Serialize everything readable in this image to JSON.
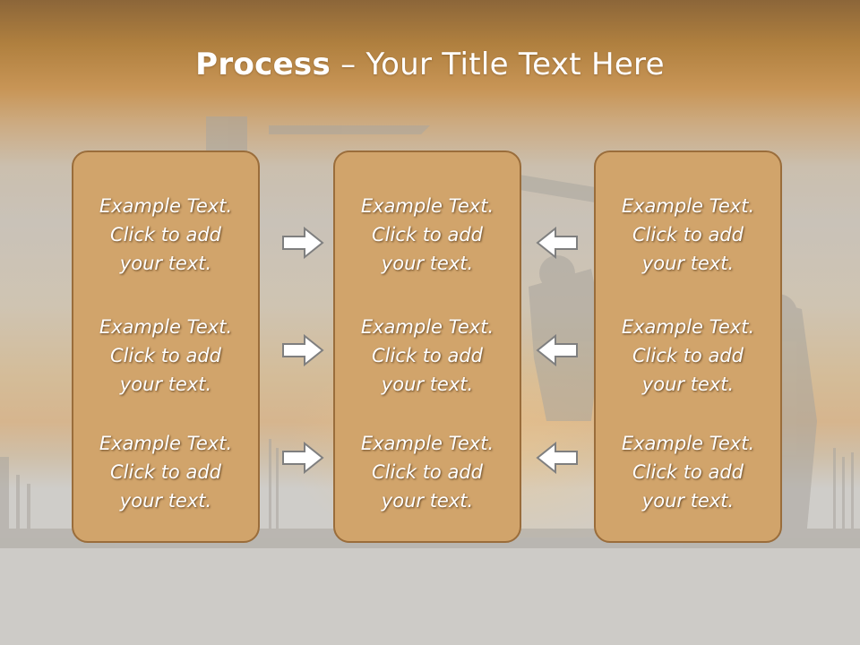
{
  "slide": {
    "title_bold": "Process",
    "title_rest": " – Your Title Text Here"
  },
  "columns": [
    {
      "items": [
        {
          "line1": "Example Text.",
          "line2": "Click  to add",
          "line3": "your text."
        },
        {
          "line1": "Example Text.",
          "line2": "Click  to add",
          "line3": "your text."
        },
        {
          "line1": "Example Text.",
          "line2": "Click  to add",
          "line3": "your text."
        }
      ]
    },
    {
      "items": [
        {
          "line1": "Example Text.",
          "line2": "Click  to add",
          "line3": "your text."
        },
        {
          "line1": "Example Text.",
          "line2": "Click  to add",
          "line3": "your text."
        },
        {
          "line1": "Example Text.",
          "line2": "Click  to add",
          "line3": "your text."
        }
      ]
    },
    {
      "items": [
        {
          "line1": "Example Text.",
          "line2": "Click  to add",
          "line3": "your text."
        },
        {
          "line1": "Example Text.",
          "line2": "Click  to add",
          "line3": "your text."
        },
        {
          "line1": "Example Text.",
          "line2": "Click  to add",
          "line3": "your text."
        }
      ]
    }
  ],
  "arrows": {
    "left_group": [
      "arrow-right-icon",
      "arrow-right-icon",
      "arrow-right-icon"
    ],
    "right_group": [
      "arrow-left-icon",
      "arrow-left-icon",
      "arrow-left-icon"
    ]
  },
  "colors": {
    "box_fill": "#d1a46b",
    "box_border": "#9a6d3b",
    "header_band": "#b0803f",
    "arrow_fill": "#ffffff",
    "arrow_stroke": "#7f7f7f"
  }
}
